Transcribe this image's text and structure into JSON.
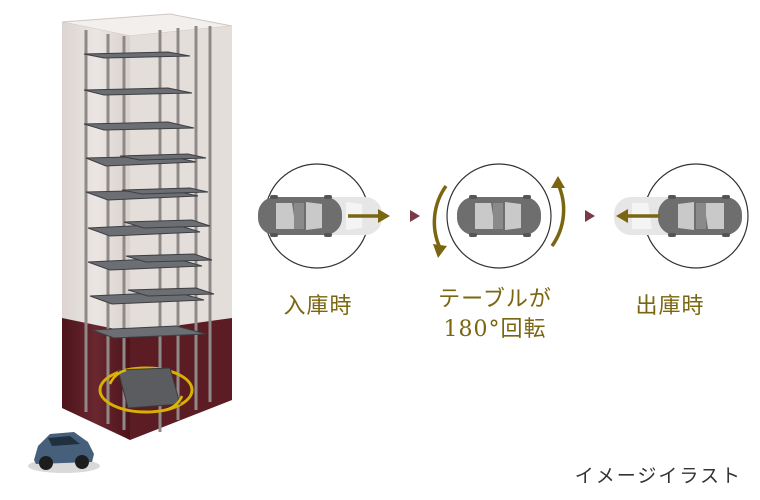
{
  "labels": {
    "entering": "入庫時",
    "rotate_line1": "テーブルが",
    "rotate_line2": "180°回転",
    "exiting": "出庫時"
  },
  "note": "イメージイラスト",
  "colors": {
    "accent": "#7a6510",
    "arrow": "#7a6510",
    "step_marker": "#7a3a4a",
    "car_body": "#6e6e6e",
    "car_ghost": "#e6e6e6",
    "wall_lower": "#5a1d24",
    "circle_stroke": "#333333"
  }
}
